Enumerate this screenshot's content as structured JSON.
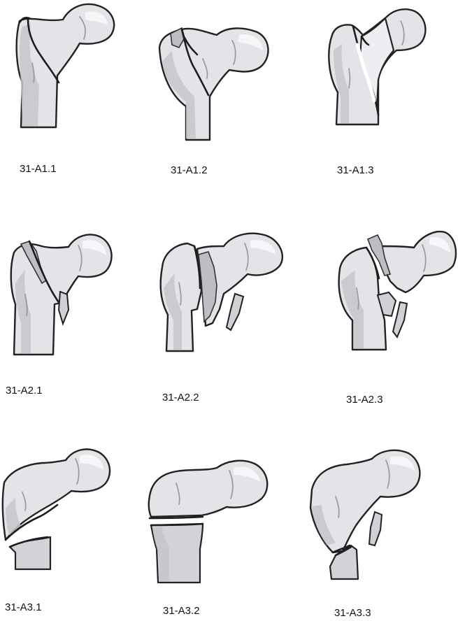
{
  "figures": [
    {
      "id": "31-A1.1",
      "label": "31-A1.1"
    },
    {
      "id": "31-A1.2",
      "label": "31-A1.2"
    },
    {
      "id": "31-A1.3",
      "label": "31-A1.3"
    },
    {
      "id": "31-A2.1",
      "label": "31-A2.1"
    },
    {
      "id": "31-A2.2",
      "label": "31-A2.2"
    },
    {
      "id": "31-A2.3",
      "label": "31-A2.3"
    },
    {
      "id": "31-A3.1",
      "label": "31-A3.1"
    },
    {
      "id": "31-A3.2",
      "label": "31-A3.2"
    },
    {
      "id": "31-A3.3",
      "label": "31-A3.3"
    }
  ],
  "colors": {
    "bone_fill": "#e4e4e8",
    "bone_shadow": "#c6c6cc",
    "outline": "#222222",
    "background": "#ffffff"
  }
}
